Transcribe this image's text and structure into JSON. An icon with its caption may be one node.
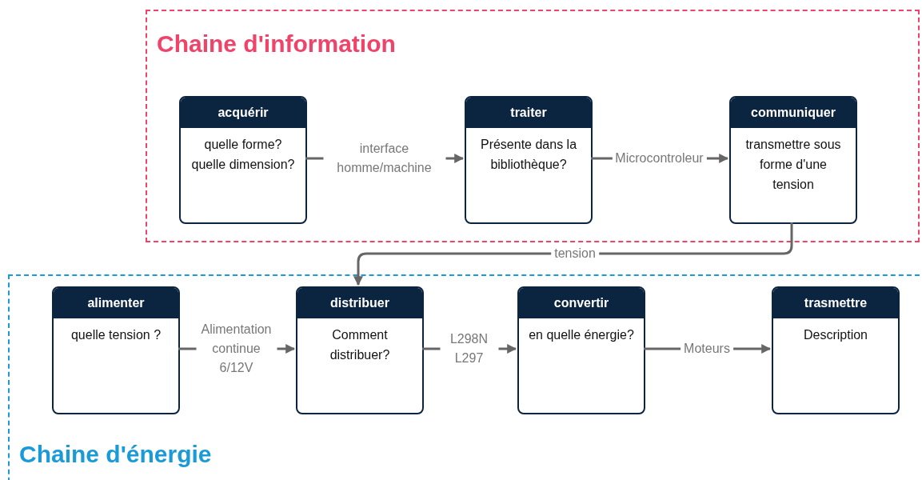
{
  "diagram": {
    "nodes": [
      {
        "text": [
          "Chaine d'information"
        ]
      },
      {
        "text": [
          "acquérir",
          "quelle forme? quelle dimension?"
        ],
        "in": 0
      },
      {
        "text": [
          "traiter",
          "Présente dans la bibliothèque?"
        ],
        "in": 0
      },
      {
        "text": [
          "communiquer",
          "transmettre sous forme d'une tension"
        ],
        "in": 0
      },
      {
        "text": [
          "Chaine d'énergie"
        ]
      },
      {
        "text": [
          "alimenter",
          "quelle tension ?"
        ],
        "in": 4
      },
      {
        "text": [
          "distribuer",
          "Comment distribuer?"
        ],
        "in": 4
      },
      {
        "text": [
          "convertir",
          "en quelle énergie?"
        ],
        "in": 4
      },
      {
        "text": [
          "trasmettre",
          "Description"
        ],
        "in": 4
      }
    ],
    "edges": [
      {
        "from": 1,
        "to": 2,
        "arrow": "to",
        "label": "interface homme/machine"
      },
      {
        "from": 2,
        "to": 3,
        "arrow": "to",
        "label": "Microcontroleur"
      },
      {
        "from": 3,
        "to": 6,
        "arrow": "to",
        "label": "tension"
      },
      {
        "from": 5,
        "to": 6,
        "arrow": "to",
        "label": "Alimentation continue 6/12V"
      },
      {
        "from": 6,
        "to": 7,
        "arrow": "to",
        "label": "L298N L297"
      },
      {
        "from": 7,
        "to": 8,
        "arrow": "to",
        "label": "Moteurs"
      }
    ]
  }
}
